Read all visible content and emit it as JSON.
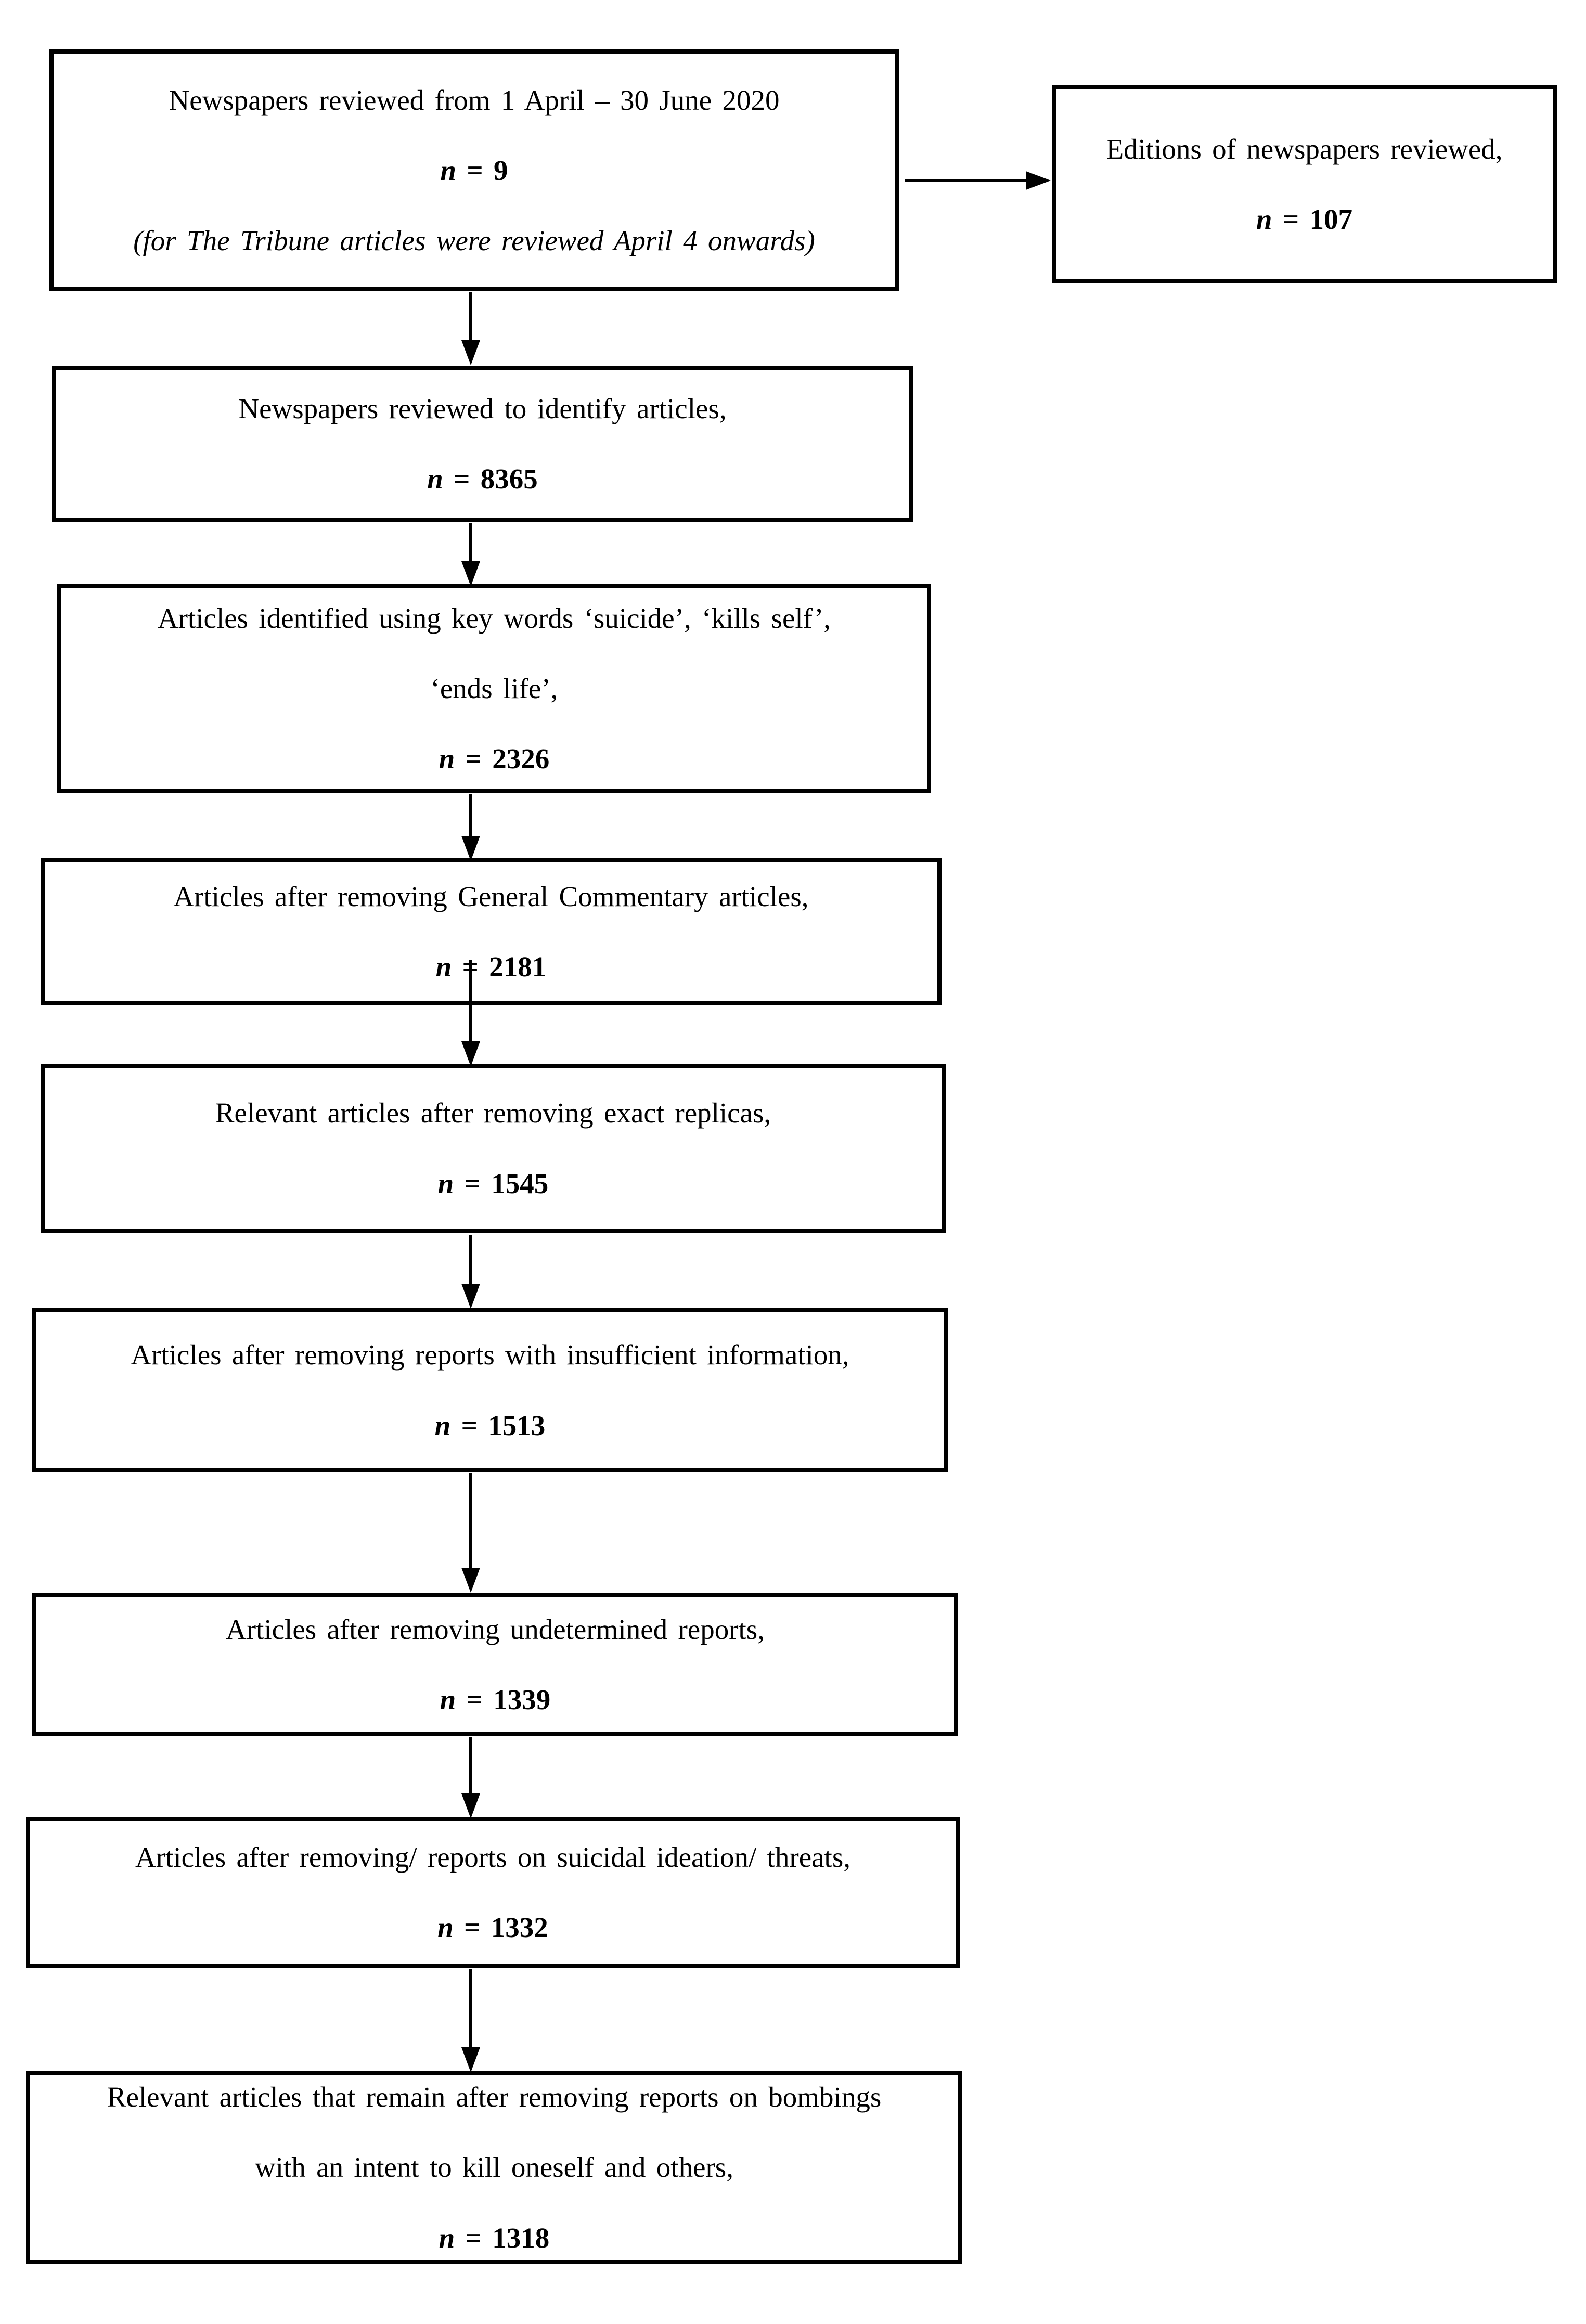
{
  "figure": {
    "type": "flowchart",
    "background_color": "#ffffff",
    "line_color": "#000000"
  },
  "boxes": {
    "b1": {
      "line1": "Newspapers reviewed from 1 April – 30 June 2020",
      "n_label": "n",
      "n_rest": " = 9",
      "note": "(for The Tribune articles were reviewed April 4 onwards)"
    },
    "side": {
      "line1": "Editions of newspapers reviewed,",
      "n_label": "n",
      "n_rest": " = 107"
    },
    "b2": {
      "line1": "Newspapers reviewed to identify articles,",
      "n_label": "n",
      "n_rest": " = 8365"
    },
    "b3": {
      "line1": "Articles identified using key words ‘suicide’, ‘kills self’,",
      "line2": "‘ends life’,",
      "n_label": "n",
      "n_rest": " = 2326"
    },
    "b4": {
      "line1": "Articles after removing General Commentary articles,",
      "n_label": "n",
      "n_rest": " = 2181"
    },
    "b5": {
      "line1": "Relevant articles after removing exact replicas,",
      "n_label": "n",
      "n_rest": " = 1545"
    },
    "b6": {
      "line1": "Articles after removing reports with insufficient information,",
      "n_label": "n",
      "n_rest": " = 1513"
    },
    "b7": {
      "line1": "Articles after removing undetermined reports,",
      "n_label": "n",
      "n_rest": " = 1339"
    },
    "b8": {
      "line1": "Articles after removing/ reports on suicidal ideation/ threats,",
      "n_label": "n",
      "n_rest": " = 1332"
    },
    "b9": {
      "line1": "Relevant articles that remain after removing reports on bombings",
      "line2": "with an intent to kill oneself and others,",
      "n_label": "n",
      "n_rest": " = 1318"
    }
  },
  "edges": [
    {
      "from": "b1",
      "to": "side",
      "direction": "right"
    },
    {
      "from": "b1",
      "to": "b2",
      "direction": "down"
    },
    {
      "from": "b2",
      "to": "b3",
      "direction": "down"
    },
    {
      "from": "b3",
      "to": "b4",
      "direction": "down"
    },
    {
      "from": "b4",
      "to": "b5",
      "direction": "down"
    },
    {
      "from": "b5",
      "to": "b6",
      "direction": "down"
    },
    {
      "from": "b6",
      "to": "b7",
      "direction": "down"
    },
    {
      "from": "b7",
      "to": "b8",
      "direction": "down"
    },
    {
      "from": "b8",
      "to": "b9",
      "direction": "down"
    }
  ]
}
